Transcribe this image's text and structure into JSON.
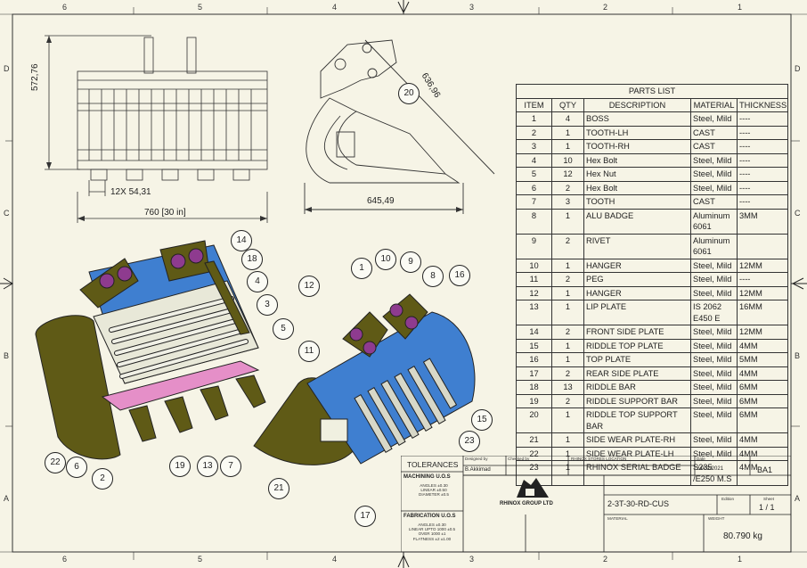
{
  "sheet": {
    "col_labels": [
      "6",
      "5",
      "4",
      "3",
      "2",
      "1"
    ],
    "row_labels": [
      "D",
      "C",
      "B",
      "A"
    ]
  },
  "dimensions": {
    "height": "572,76",
    "spacing": "12X 54,31",
    "width": "760 [30 in]",
    "side_width": "645,49",
    "diag": "636,96"
  },
  "parts_list": {
    "title": "PARTS LIST",
    "headers": [
      "ITEM",
      "QTY",
      "DESCRIPTION",
      "MATERIAL",
      "THICKNESS"
    ],
    "rows": [
      {
        "item": "1",
        "qty": "4",
        "desc": "BOSS",
        "mat": "Steel, Mild",
        "thk": "----"
      },
      {
        "item": "2",
        "qty": "1",
        "desc": "TOOTH-LH",
        "mat": "CAST",
        "thk": "----"
      },
      {
        "item": "3",
        "qty": "1",
        "desc": "TOOTH-RH",
        "mat": "CAST",
        "thk": "----"
      },
      {
        "item": "4",
        "qty": "10",
        "desc": "Hex Bolt",
        "mat": "Steel, Mild",
        "thk": "----"
      },
      {
        "item": "5",
        "qty": "12",
        "desc": "Hex Nut",
        "mat": "Steel, Mild",
        "thk": "----"
      },
      {
        "item": "6",
        "qty": "2",
        "desc": "Hex Bolt",
        "mat": "Steel, Mild",
        "thk": "----"
      },
      {
        "item": "7",
        "qty": "3",
        "desc": "TOOTH",
        "mat": "CAST",
        "thk": "----"
      },
      {
        "item": "8",
        "qty": "1",
        "desc": "ALU BADGE",
        "mat": "Aluminum 6061",
        "thk": "3MM"
      },
      {
        "item": "9",
        "qty": "2",
        "desc": "RIVET",
        "mat": "Aluminum 6061",
        "thk": ""
      },
      {
        "item": "10",
        "qty": "1",
        "desc": "HANGER",
        "mat": "Steel, Mild",
        "thk": "12MM"
      },
      {
        "item": "11",
        "qty": "2",
        "desc": "PEG",
        "mat": "Steel, Mild",
        "thk": "----"
      },
      {
        "item": "12",
        "qty": "1",
        "desc": "HANGER",
        "mat": "Steel, Mild",
        "thk": "12MM"
      },
      {
        "item": "13",
        "qty": "1",
        "desc": "LIP PLATE",
        "mat": "IS 2062 E450 E",
        "thk": "16MM"
      },
      {
        "item": "14",
        "qty": "2",
        "desc": "FRONT SIDE PLATE",
        "mat": "Steel, Mild",
        "thk": "12MM"
      },
      {
        "item": "15",
        "qty": "1",
        "desc": "RIDDLE TOP PLATE",
        "mat": "Steel, Mild",
        "thk": "4MM"
      },
      {
        "item": "16",
        "qty": "1",
        "desc": "TOP PLATE",
        "mat": "Steel, Mild",
        "thk": "5MM"
      },
      {
        "item": "17",
        "qty": "2",
        "desc": "REAR SIDE PLATE",
        "mat": "Steel, Mild",
        "thk": "4MM"
      },
      {
        "item": "18",
        "qty": "13",
        "desc": "RIDDLE BAR",
        "mat": "Steel, Mild",
        "thk": "6MM"
      },
      {
        "item": "19",
        "qty": "2",
        "desc": "RIDDLE SUPPORT BAR",
        "mat": "Steel, Mild",
        "thk": "6MM"
      },
      {
        "item": "20",
        "qty": "1",
        "desc": "RIDDLE TOP SUPPORT BAR",
        "mat": "Steel, Mild",
        "thk": "6MM"
      },
      {
        "item": "21",
        "qty": "1",
        "desc": "SIDE WEAR PLATE-RH",
        "mat": "Steel, Mild",
        "thk": "4MM"
      },
      {
        "item": "22",
        "qty": "1",
        "desc": "SIDE WEAR PLATE-LH",
        "mat": "Steel, Mild",
        "thk": "4MM"
      },
      {
        "item": "23",
        "qty": "1",
        "desc": "RHINOX SERIAL BADGE",
        "mat": "S235 /E250 M.S",
        "thk": "4MM"
      }
    ]
  },
  "title_block": {
    "tolerances": "TOLERANCES",
    "machining": "MACHINING U.O.S",
    "machining_lines": [
      "ANGLES ±0.30",
      "LINEAR ±0.50",
      "DIAMETER ±0.5"
    ],
    "fabrication": "FABRICATION U.O.S",
    "fabrication_lines": [
      "ANGLES ±0.30",
      "LINEAR UPTO 1000 ±0.5",
      "OVER 1000 ±1",
      "FLATNESS ±2 ±1.00"
    ],
    "designed_by_label": "Designed by",
    "designed_by": "B.Akkimad",
    "checked_by_label": "Checked by",
    "location": "RHINOX STORES LOCATION",
    "date_label": "Date",
    "date": "24/02/2021",
    "sheet_code": "BA1",
    "company": "RHINOX GROUP LTD",
    "part_no": "2-3T-30-RD-CUS",
    "edition_label": "Edition",
    "sheet_label": "Sheet",
    "sheet_no": "1 / 1",
    "material_label": "MATERIAL",
    "weight_label": "WEIGHT",
    "weight": "80.790 kg"
  },
  "balloons_left": [
    "14",
    "18",
    "4",
    "3",
    "5",
    "22",
    "6",
    "2",
    "19",
    "13",
    "7"
  ],
  "balloons_right": [
    "12",
    "1",
    "10",
    "9",
    "8",
    "16",
    "11",
    "15",
    "23",
    "21",
    "17"
  ],
  "balloon_side": "20",
  "colors": {
    "blue": "#3f7fd0",
    "olive": "#5f5a16",
    "pink": "#e58fc8",
    "purple": "#8e3b8f",
    "cream": "#d8d8c8"
  }
}
